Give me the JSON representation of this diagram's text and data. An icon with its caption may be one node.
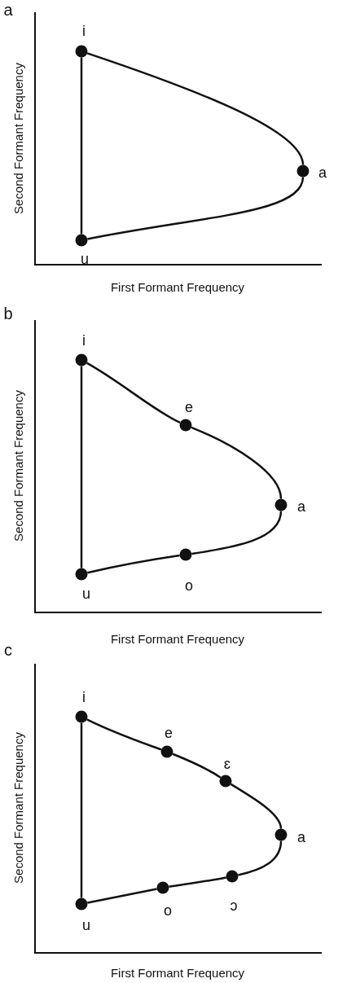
{
  "diagram": {
    "nodes": [
      {
        "text": [],
        "shape": "circle",
        "beside": [
          "i"
        ]
      },
      {
        "text": [],
        "shape": "circle",
        "beside": [
          "a"
        ]
      },
      {
        "text": [],
        "shape": "circle",
        "beside": [
          "u"
        ]
      },
      {
        "text": [],
        "shape": "circle",
        "beside": [
          "i"
        ]
      },
      {
        "text": [],
        "shape": "circle",
        "beside": [
          "e"
        ]
      },
      {
        "text": [],
        "shape": "circle",
        "beside": [
          "a"
        ]
      },
      {
        "text": [],
        "shape": "circle",
        "beside": [
          "o"
        ]
      },
      {
        "text": [],
        "shape": "circle",
        "beside": [
          "u"
        ]
      },
      {
        "text": [],
        "shape": "circle",
        "beside": [
          "i"
        ]
      },
      {
        "text": [],
        "shape": "circle",
        "beside": [
          "e"
        ]
      },
      {
        "text": [],
        "shape": "circle",
        "beside": [
          "ɛ"
        ]
      },
      {
        "text": [],
        "shape": "circle",
        "beside": [
          "a"
        ]
      },
      {
        "text": [],
        "shape": "circle",
        "beside": [
          "ɔ"
        ]
      },
      {
        "text": [],
        "shape": "circle",
        "beside": [
          "o"
        ]
      },
      {
        "text": [],
        "shape": "circle",
        "beside": [
          "u"
        ]
      }
    ],
    "edges": [
      {
        "from": 0,
        "to": 1,
        "arrow": "none"
      },
      {
        "from": 1,
        "to": 2,
        "arrow": "none"
      },
      {
        "from": 2,
        "to": 0,
        "arrow": "none"
      },
      {
        "from": 3,
        "to": 4,
        "arrow": "none"
      },
      {
        "from": 4,
        "to": 5,
        "arrow": "none"
      },
      {
        "from": 5,
        "to": 6,
        "arrow": "none"
      },
      {
        "from": 6,
        "to": 7,
        "arrow": "none"
      },
      {
        "from": 7,
        "to": 3,
        "arrow": "none"
      },
      {
        "from": 8,
        "to": 9,
        "arrow": "none"
      },
      {
        "from": 9,
        "to": 10,
        "arrow": "none"
      },
      {
        "from": 10,
        "to": 11,
        "arrow": "none"
      },
      {
        "from": 11,
        "to": 12,
        "arrow": "none"
      },
      {
        "from": 12,
        "to": 13,
        "arrow": "none"
      },
      {
        "from": 13,
        "to": 14,
        "arrow": "none"
      },
      {
        "from": 14,
        "to": 8,
        "arrow": "none"
      }
    ],
    "labels": [
      "a",
      "Second Formant Frequency",
      "First Formant Frequency",
      "b",
      "Second Formant Frequency",
      "First Formant Frequency",
      "c",
      "Second Formant Frequency",
      "First Formant Frequency"
    ]
  }
}
